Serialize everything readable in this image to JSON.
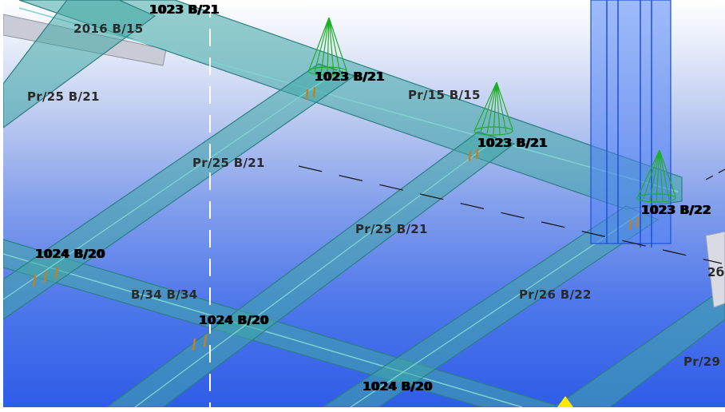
{
  "viewport": {
    "labels": {
      "top_truncated": "1023 B/21",
      "upper_left_beam": "2016 B/15",
      "left_beam": "Pr/25 B/21",
      "node_upper_1": "1023 B/21",
      "beam_pr15": "Pr/15 B/15",
      "node_upper_2": "1023 B/21",
      "mid_beam": "Pr/25 B/21",
      "node_right": "1023 B/22",
      "center_beam": "Pr/25 B/21",
      "node_left": "1024 B/20",
      "bracing": "B/34 B/34",
      "node_center": "1024 B/20",
      "beam_pr26": "Pr/26 B/22",
      "node_bottom": "1024 B/20",
      "beam_pr29": "Pr/29",
      "edge_fragment": "2б"
    },
    "colors": {
      "sky_top": "#ffffff",
      "background_blue": "#2f5ce8",
      "beam_fill": "#3fa7a4",
      "beam_edge": "#2c7f84",
      "support_green": "#1fae2a",
      "column_blue": "#3a6cf0",
      "bolt_orange": "#c0802a",
      "grid_line_white": "#ffffff",
      "marker_yellow": "#ffe800"
    }
  }
}
